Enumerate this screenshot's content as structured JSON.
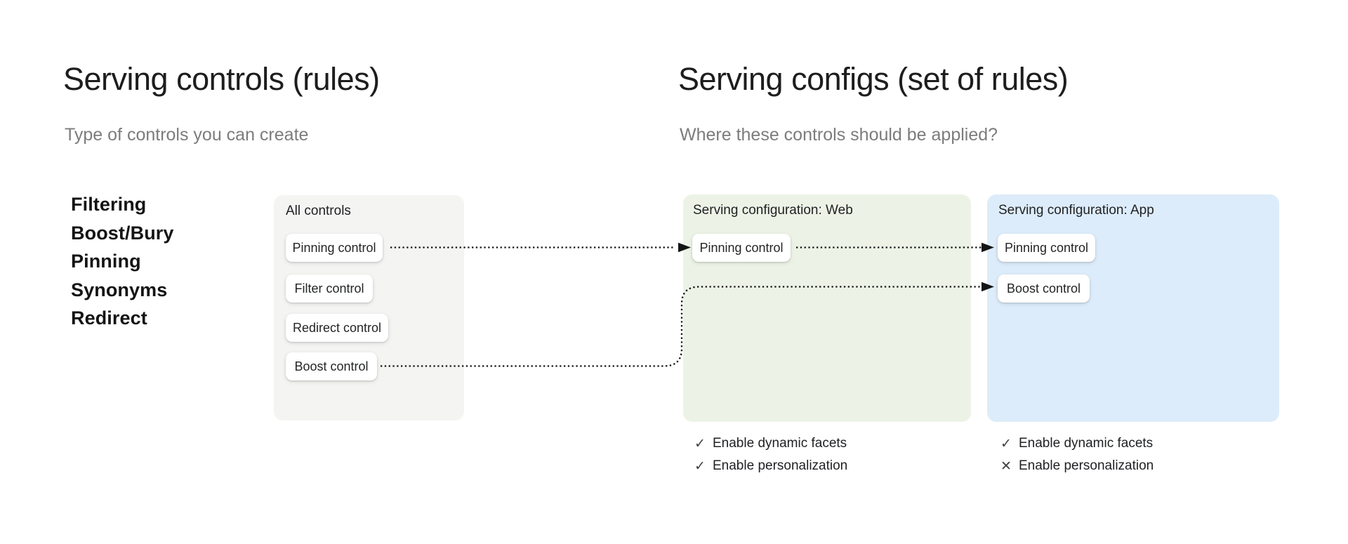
{
  "colors": {
    "page_bg": "#ffffff",
    "connector": "#141414",
    "card_gray": "#f4f4f2",
    "card_green": "#ecf3e6",
    "card_blue": "#ddecfa",
    "check_icon": "#3c4043"
  },
  "left_section": {
    "title": "Serving controls (rules)",
    "subtitle": "Type of controls you can create",
    "control_types": [
      "Filtering",
      "Boost/Bury",
      "Pinning",
      "Synonyms",
      "Redirect"
    ]
  },
  "right_section": {
    "title": "Serving configs (set of rules)",
    "subtitle": "Where these controls should be applied?"
  },
  "all_controls_card": {
    "label": "All controls",
    "buttons": [
      "Pinning control",
      "Filter control",
      "Redirect control",
      "Boost control"
    ]
  },
  "web_config_card": {
    "label": "Serving configuration: Web",
    "buttons": [
      "Pinning control"
    ],
    "features": [
      {
        "icon": "check",
        "glyph": "✓",
        "label": "Enable dynamic facets"
      },
      {
        "icon": "check",
        "glyph": "✓",
        "label": "Enable personalization"
      }
    ]
  },
  "app_config_card": {
    "label": "Serving configuration: App",
    "buttons": [
      "Pinning control",
      "Boost control"
    ],
    "features": [
      {
        "icon": "check",
        "glyph": "✓",
        "label": "Enable dynamic facets"
      },
      {
        "icon": "cross",
        "glyph": "✕",
        "label": "Enable personalization"
      }
    ]
  },
  "connections": [
    {
      "from": "Pinning control",
      "to": "Serving configuration: Web"
    },
    {
      "from": "Pinning control",
      "to": "Serving configuration: App"
    },
    {
      "from": "Boost control",
      "to": "Serving configuration: App"
    }
  ]
}
